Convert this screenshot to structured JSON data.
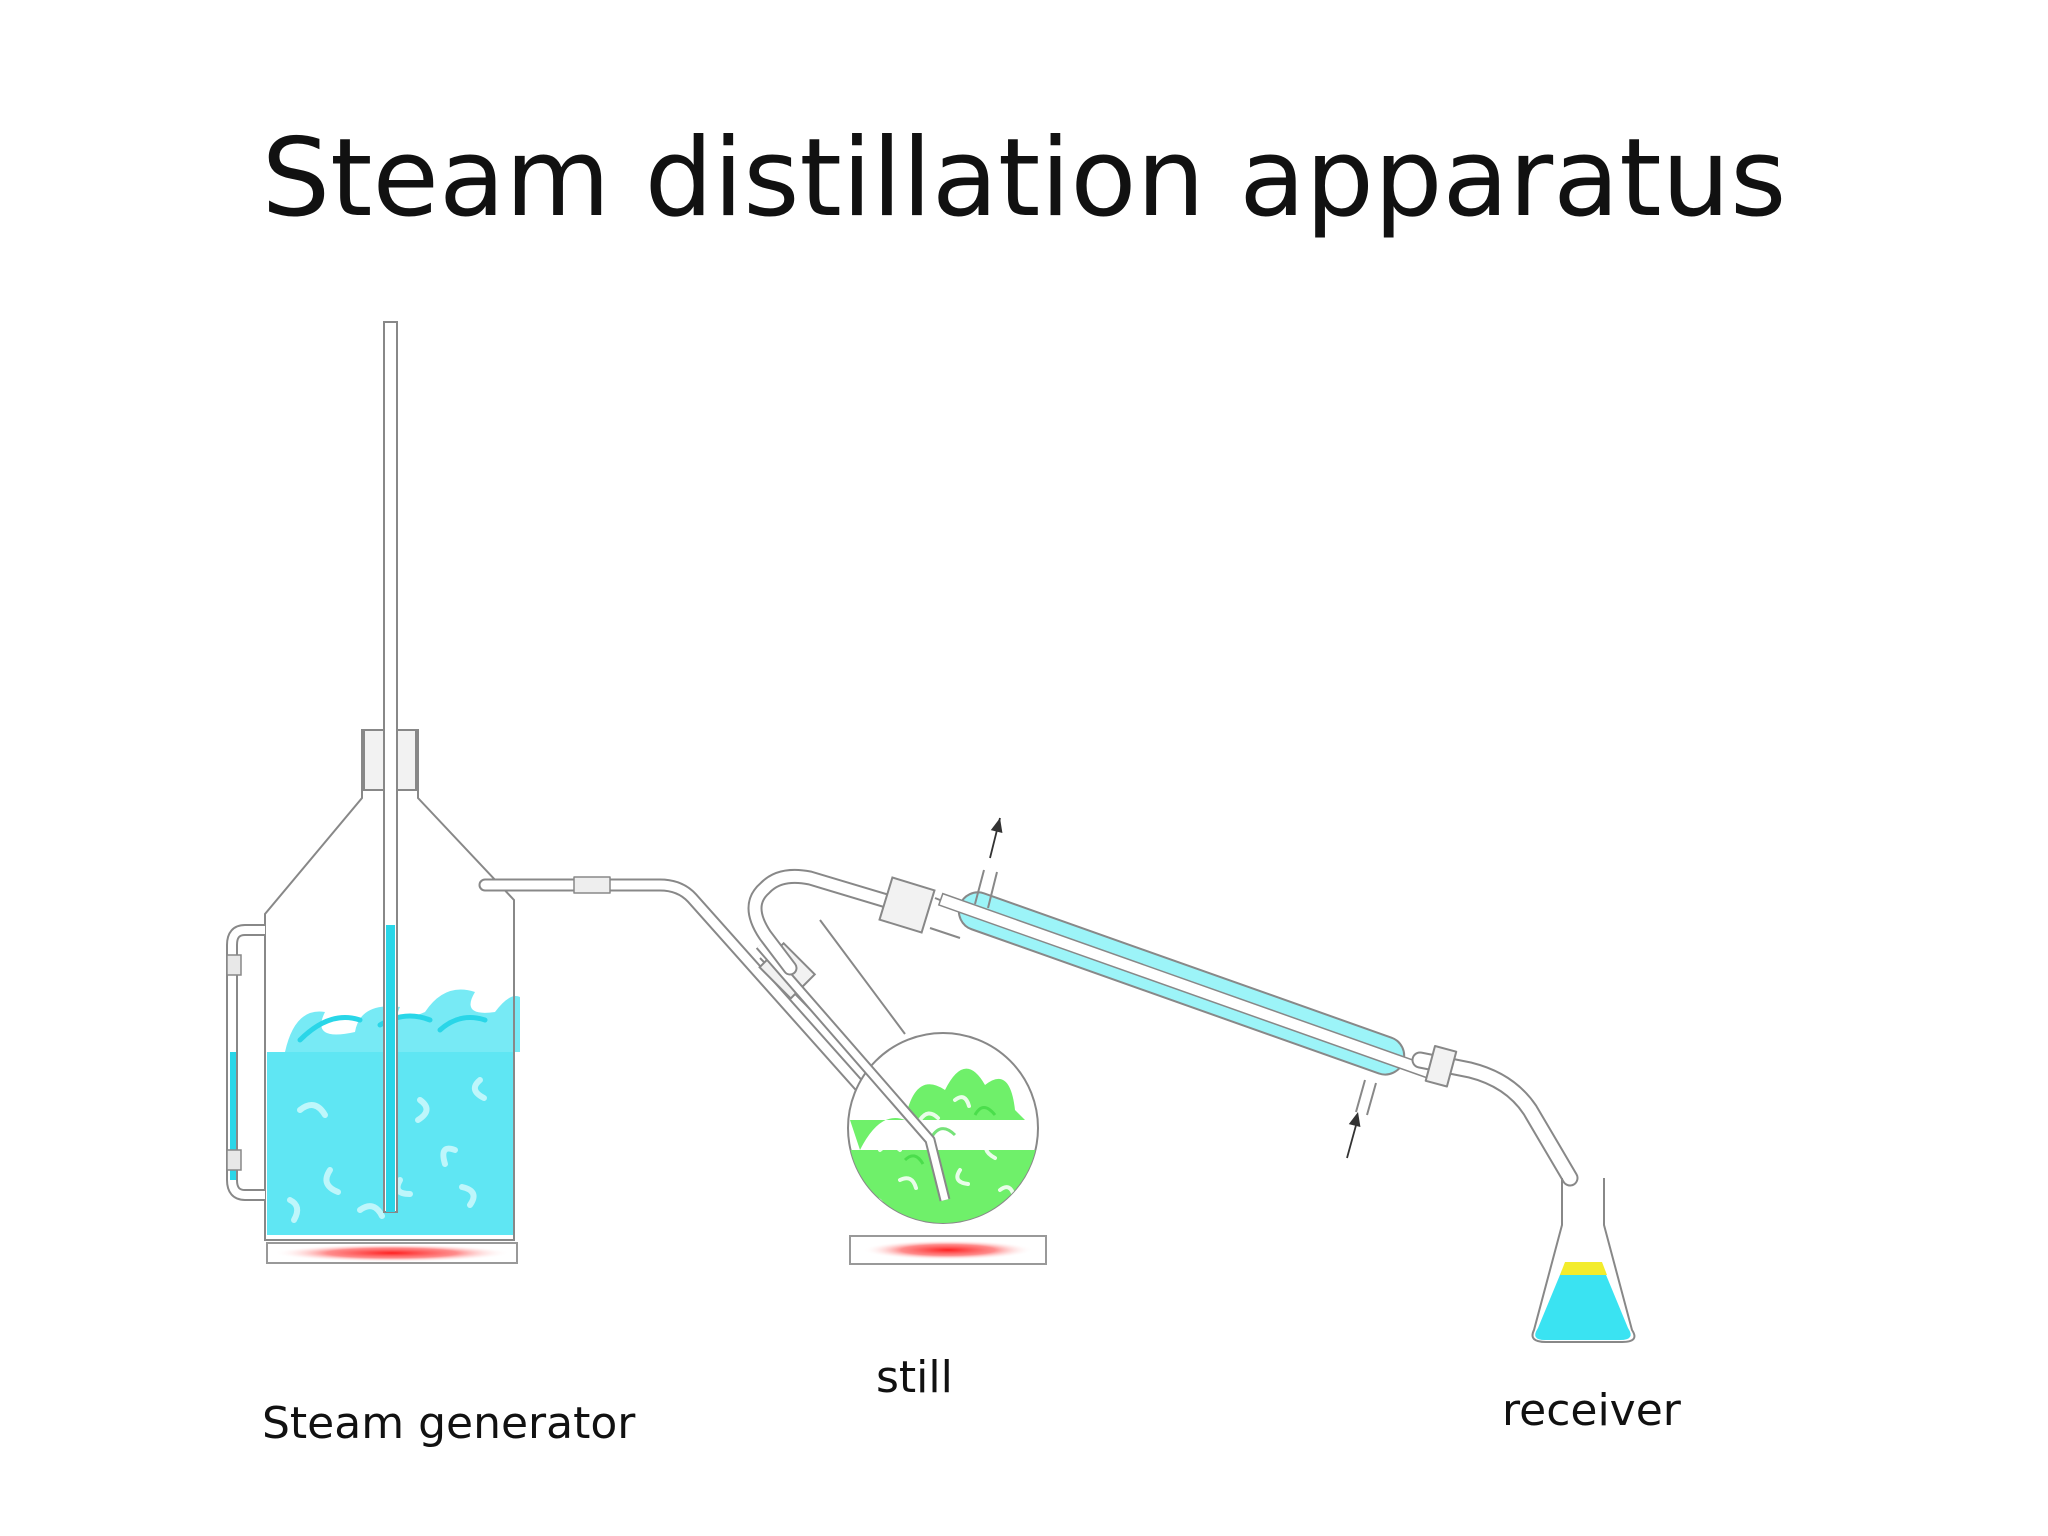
{
  "slide": {
    "title": "Steam distillation apparatus"
  },
  "labels": {
    "generator": "Steam generator",
    "still": "still",
    "receiver": "receiver"
  },
  "colors": {
    "water": "#5fe6f3",
    "water_dark": "#29d6e8",
    "plant_material": "#6ff06a",
    "condenser_jacket": "#9cf4f8",
    "distillate_oil": "#f3ec2c",
    "heater_glow": "#ff3b3b",
    "glass": "#888888"
  },
  "icons": {
    "coolant_out": "arrow-up-icon",
    "coolant_in": "arrow-up-icon"
  }
}
